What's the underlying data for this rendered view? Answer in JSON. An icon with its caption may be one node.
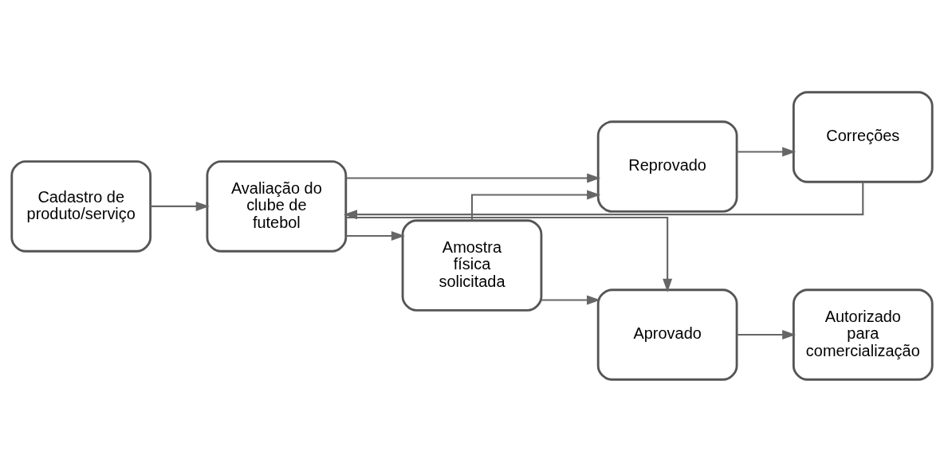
{
  "diagram": {
    "nodes": [
      {
        "text": [
          "Cadastro de produto/serviço"
        ]
      },
      {
        "text": [
          "Avaliação do clube de futebol"
        ]
      },
      {
        "text": [
          "Reprovado"
        ]
      },
      {
        "text": [
          "Correções"
        ]
      },
      {
        "text": [
          "Amostra física solicitada"
        ]
      },
      {
        "text": [
          "Aprovado"
        ]
      },
      {
        "text": [
          "Autorizado para comercialização"
        ]
      }
    ],
    "edges": [
      {
        "from": 0,
        "to": 1,
        "arrow": "to"
      },
      {
        "from": 1,
        "to": 2,
        "arrow": "to"
      },
      {
        "from": 2,
        "to": 3,
        "arrow": "to"
      },
      {
        "from": 3,
        "to": 1,
        "arrow": "to"
      },
      {
        "from": 1,
        "to": 4,
        "arrow": "to"
      },
      {
        "from": 4,
        "to": 2,
        "arrow": "to"
      },
      {
        "from": 4,
        "to": 5,
        "arrow": "to"
      },
      {
        "from": 1,
        "to": 5,
        "arrow": "to"
      },
      {
        "from": 5,
        "to": 6,
        "arrow": "to"
      }
    ]
  }
}
